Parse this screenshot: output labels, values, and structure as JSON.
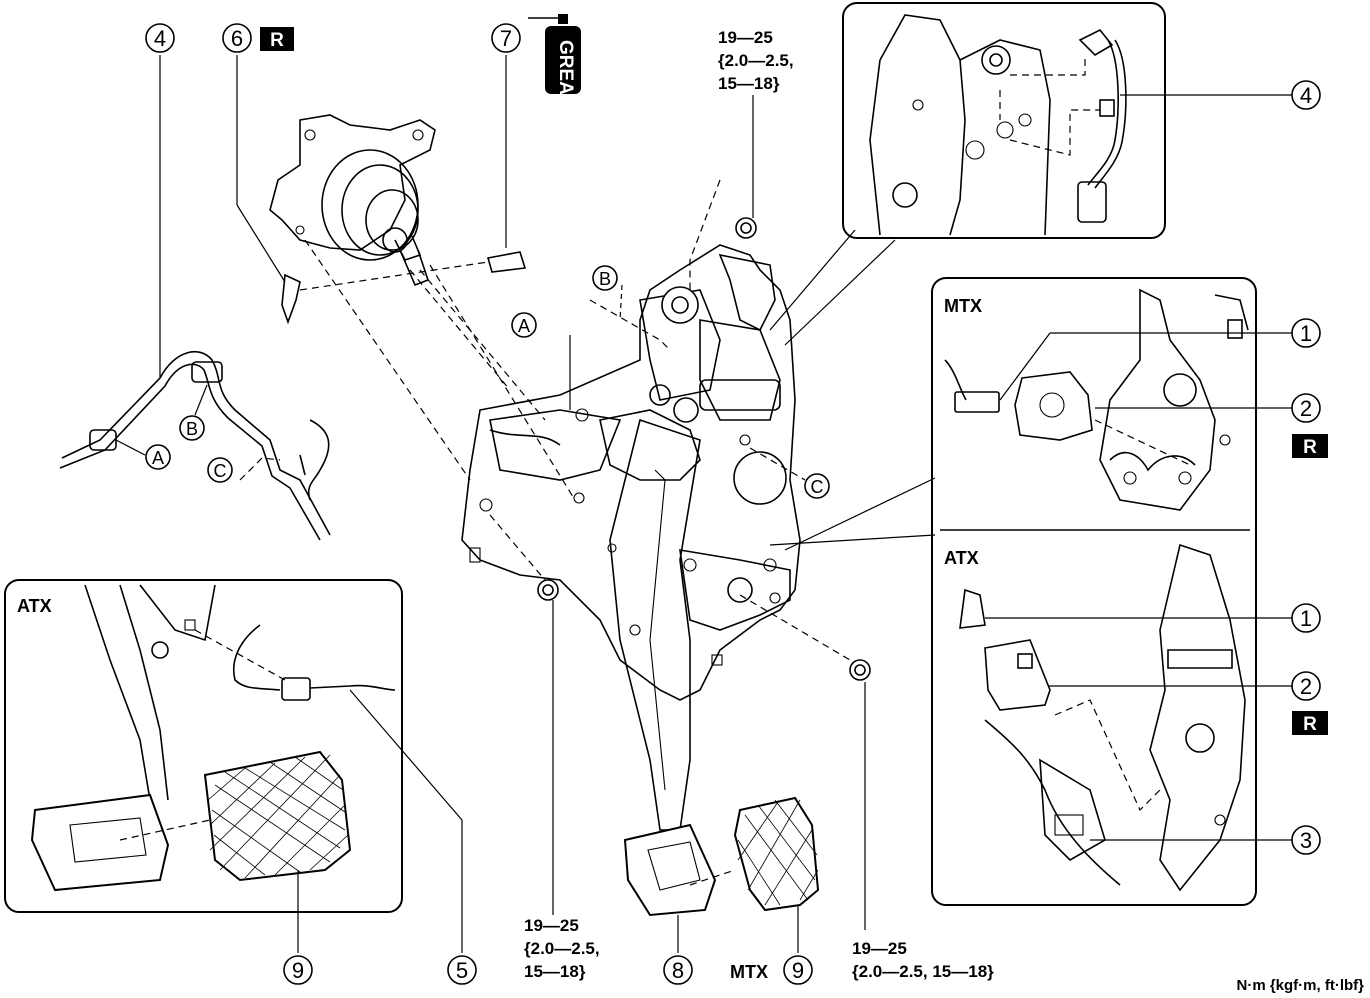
{
  "callouts": {
    "c1": "1",
    "c2": "2",
    "c3": "3",
    "c4": "4",
    "c5": "5",
    "c6": "6",
    "c7": "7",
    "c8": "8",
    "c9": "9"
  },
  "letters": {
    "a": "A",
    "b": "B",
    "c": "C"
  },
  "badges": {
    "replace": "R"
  },
  "grease_label": "GREASE",
  "panels": {
    "mtx": "MTX",
    "atx": "ATX"
  },
  "torque": {
    "top_line1": "19—25",
    "top_line2": "{2.0—2.5,",
    "top_line3": "15—18}",
    "bottom_left_line1": "19—25",
    "bottom_left_line2": "{2.0—2.5,",
    "bottom_left_line3": "15—18}",
    "bottom_right_line1": "19—25",
    "bottom_right_line2": "{2.0—2.5, 15—18}"
  },
  "bottom_mtx_label": "MTX",
  "units_label": "N·m {kgf·m, ft·lbf}"
}
